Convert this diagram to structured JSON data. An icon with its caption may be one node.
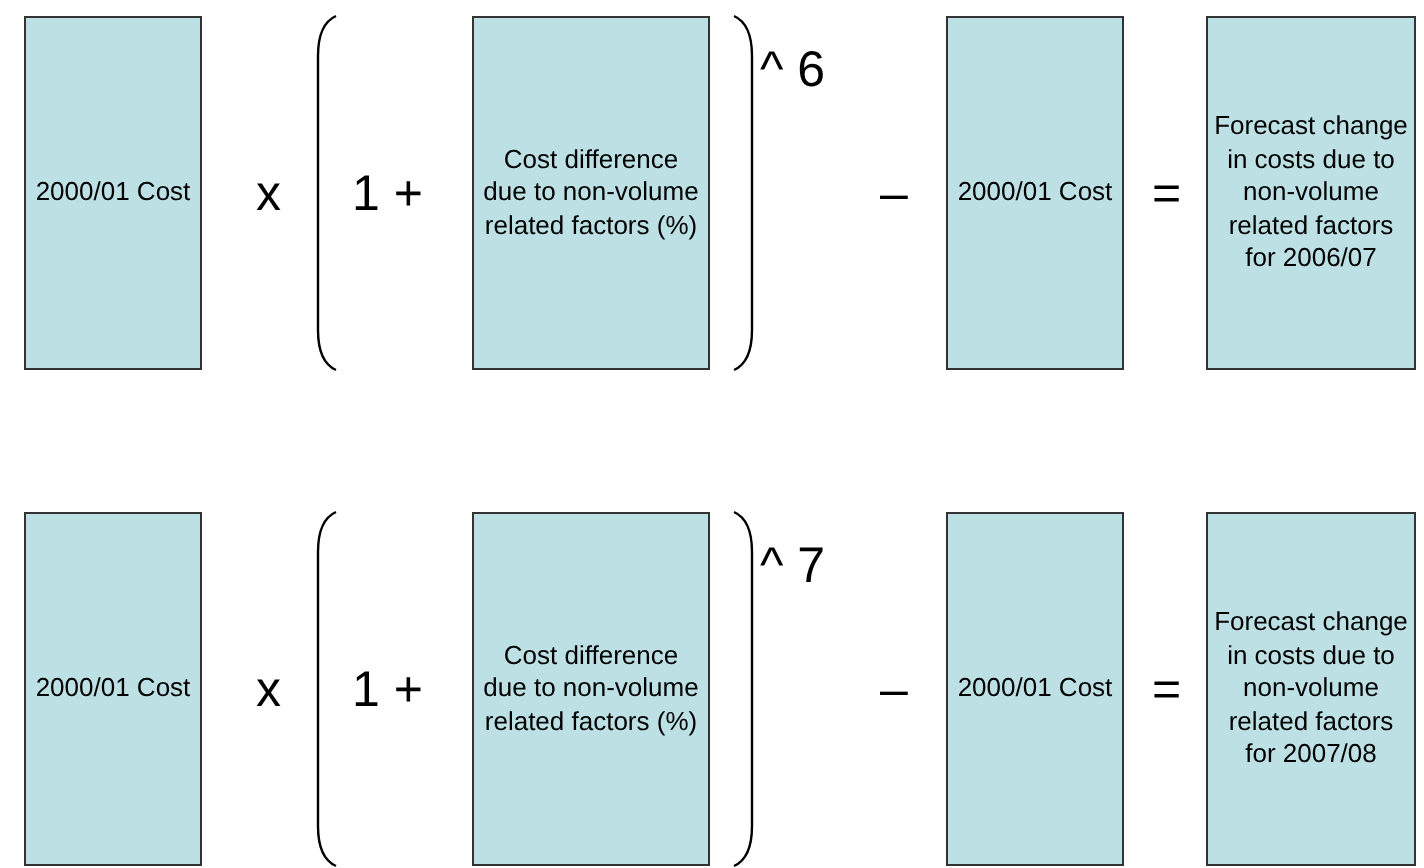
{
  "diagram": {
    "nodes": [
      {
        "text": [
          "2000/01 Cost"
        ]
      },
      {
        "text": [
          "Cost difference due to non-volume related factors (%)"
        ]
      },
      {
        "text": [
          "2000/01 Cost"
        ]
      },
      {
        "text": [
          "Forecast change in costs due to non-volume related factors for 2006/07"
        ]
      },
      {
        "text": [
          "2000/01 Cost"
        ]
      },
      {
        "text": [
          "Cost difference due to non-volume related factors (%)"
        ]
      },
      {
        "text": [
          "2000/01 Cost"
        ]
      },
      {
        "text": [
          "Forecast change in costs due to non-volume related factors for 2007/08"
        ]
      }
    ],
    "labels": [
      "x",
      "1 +",
      "^ 6",
      "–",
      "=",
      "x",
      "1 +",
      "^ 7",
      "–",
      "="
    ]
  }
}
